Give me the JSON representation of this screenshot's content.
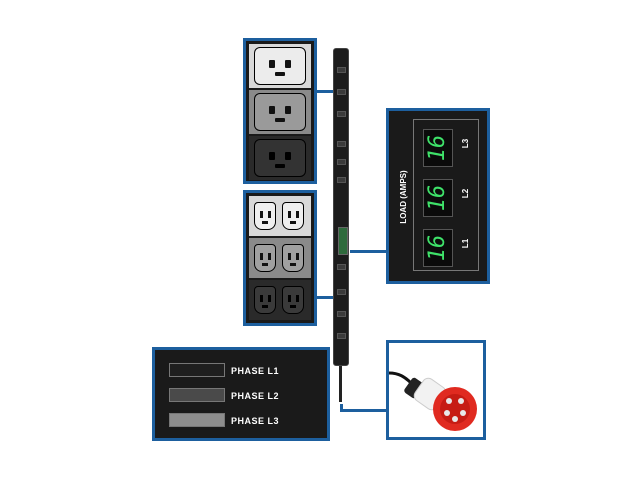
{
  "load_display": {
    "title": "LOAD (AMPS)",
    "phases": [
      {
        "label": "L1",
        "reading": "16"
      },
      {
        "label": "L2",
        "reading": "16"
      },
      {
        "label": "L3",
        "reading": "16"
      }
    ]
  },
  "phase_legend": [
    {
      "label": "PHASE  L1",
      "color": "#1f1f1f"
    },
    {
      "label": "PHASE  L2",
      "color": "#4a4a4a"
    },
    {
      "label": "PHASE  L3",
      "color": "#8e8e8e"
    }
  ],
  "colors": {
    "callout_border": "#1d5f9e",
    "display_green": "#3fe26a",
    "plug_red": "#e02a20"
  }
}
